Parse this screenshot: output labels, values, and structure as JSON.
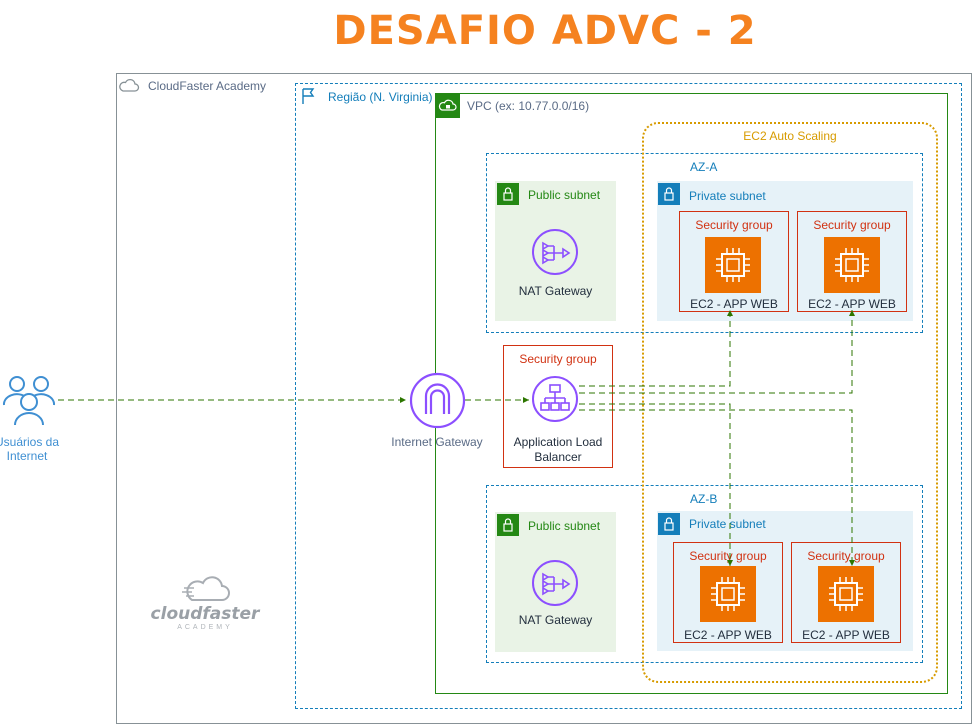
{
  "title": "DESAFIO ADVC - 2",
  "colors": {
    "title": "#F58220",
    "cloud_border": "#879196",
    "region_border": "#147EBA",
    "vpc_border": "#248814",
    "public_subnet": "#248814",
    "private_subnet": "#147EBA",
    "security_group": "#D13212",
    "autoscaling": "#D79B00",
    "ec2": "#ED7100",
    "network": "#8C4FFF",
    "users": "#3F8FD2",
    "arrow": "#2D7600"
  },
  "diagram": {
    "account": {
      "label": "CloudFaster Academy",
      "icon": "cloud-icon"
    },
    "region": {
      "label": "Região (N. Virginia)",
      "icon": "flag-icon"
    },
    "vpc": {
      "label": "VPC (ex: 10.77.0.0/16)",
      "icon": "vpc-cloud-lock-icon"
    },
    "autoscaling": {
      "label": "EC2 Auto Scaling"
    },
    "az_a": {
      "label": "AZ-A",
      "public_subnet": {
        "label": "Public subnet",
        "nat_label": "NAT Gateway"
      },
      "private_subnet": {
        "label": "Private subnet",
        "instances": [
          {
            "sg_label": "Security group",
            "ec2_label": "EC2 - APP WEB"
          },
          {
            "sg_label": "Security group",
            "ec2_label": "EC2 - APP WEB"
          }
        ]
      }
    },
    "az_b": {
      "label": "AZ-B",
      "public_subnet": {
        "label": "Public subnet",
        "nat_label": "NAT Gateway"
      },
      "private_subnet": {
        "label": "Private subnet",
        "instances": [
          {
            "sg_label": "Security group",
            "ec2_label": "EC2 - APP WEB"
          },
          {
            "sg_label": "Security group",
            "ec2_label": "EC2 - APP WEB"
          }
        ]
      }
    },
    "alb": {
      "sg_label": "Security group",
      "label": "Application Load Balancer"
    },
    "igw": {
      "label": "Internet Gateway"
    },
    "users": {
      "label": "Usuários da Internet"
    },
    "logo": {
      "text": "cloudfaster",
      "sub": "ACADEMY"
    }
  }
}
